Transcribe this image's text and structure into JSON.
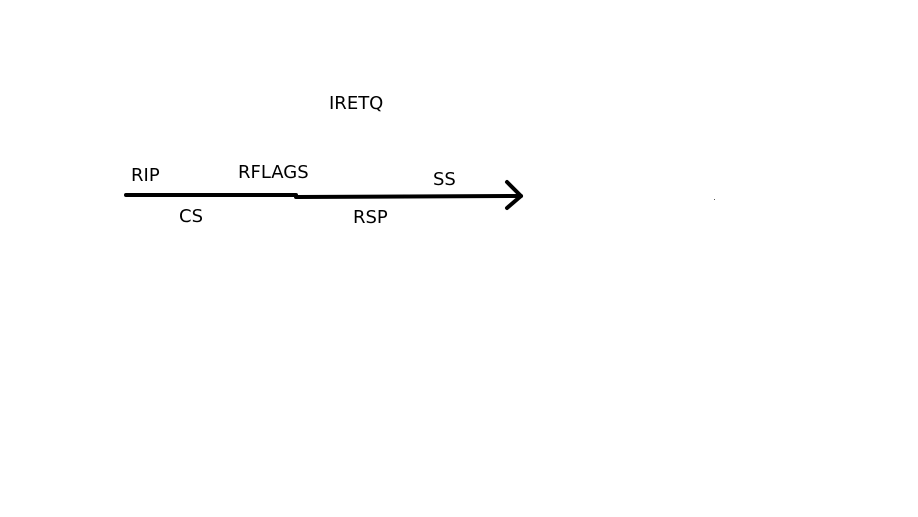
{
  "title": "IRETQ",
  "labels_above": [
    "RIP",
    "RFLAGS",
    "SS"
  ],
  "labels_below": [
    "CS",
    "RSP"
  ],
  "colors": {
    "stroke": "#000000",
    "background": "#ffffff"
  }
}
